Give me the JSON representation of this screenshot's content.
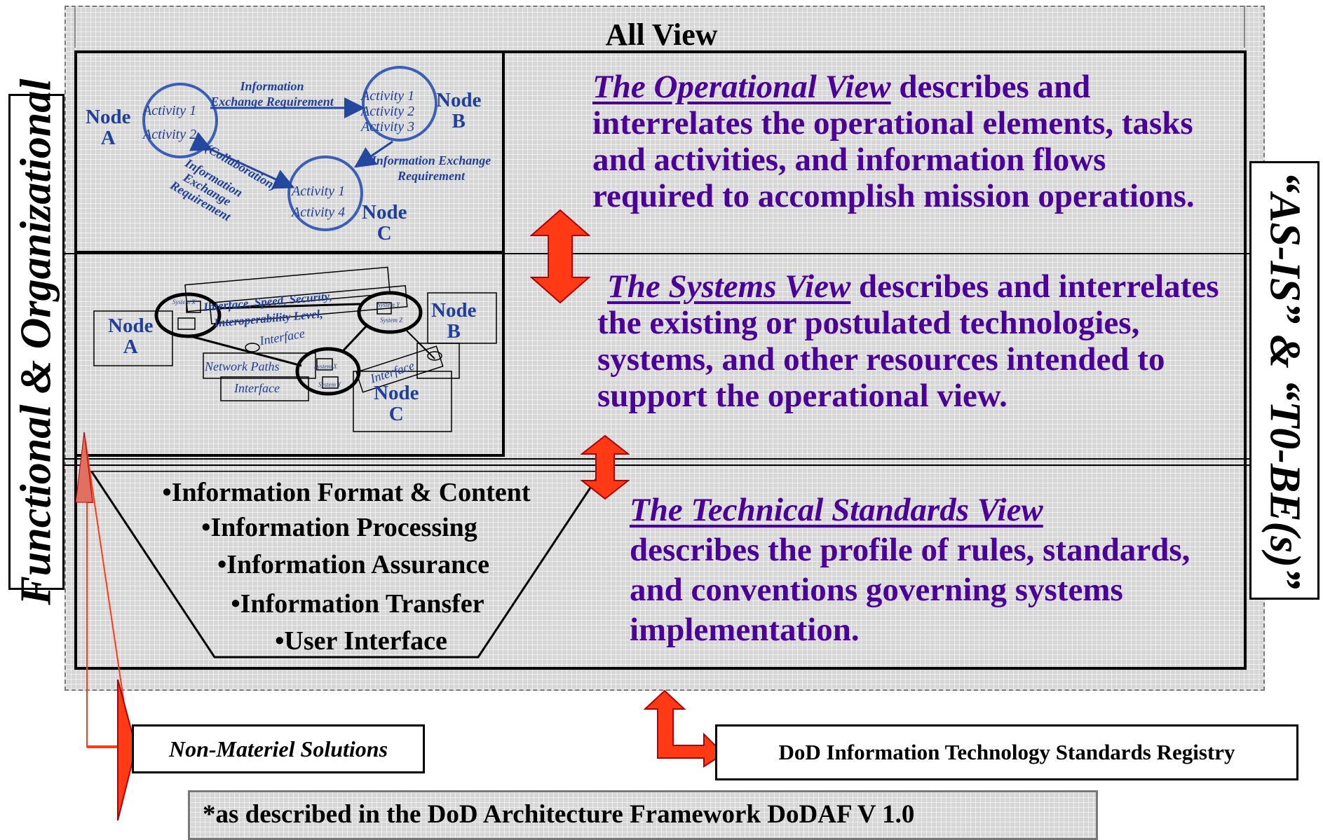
{
  "all_view": {
    "title": "All View"
  },
  "left_side": {
    "label": "Functional & Organizational"
  },
  "right_side": {
    "label": "“AS-IS” & “T0-BE(s)”"
  },
  "operational_view": {
    "title": "The Operational View",
    "description": " describes and interrelates the operational elements, tasks and activities, and information flows required to accomplish mission operations.",
    "diagram": {
      "node_a": [
        "Node",
        "A"
      ],
      "node_b": [
        "Node",
        "B"
      ],
      "node_c": [
        "Node",
        "C"
      ],
      "node_a_activities": [
        "Activity 1",
        "Activity 2"
      ],
      "node_b_activities": [
        "Activity 1",
        "Activity 2",
        "Activity 3"
      ],
      "node_c_activities": [
        "Activity 1",
        "Activity 4"
      ],
      "ier_top": [
        "Information",
        "Exchange Requirement"
      ],
      "ier_right": [
        "Information Exchange",
        "Requirement"
      ],
      "collaboration": "(Collaboration)",
      "ier_left": [
        "Information",
        "Exchange",
        "Requirement"
      ]
    }
  },
  "systems_view": {
    "title": "The Systems View",
    "description": " describes and interrelates the existing or postulated technologies, systems, and other resources intended to support the operational view.",
    "diagram": {
      "node_a": [
        "Node",
        "A"
      ],
      "node_b": [
        "Node",
        "B"
      ],
      "node_c": [
        "Node",
        "C"
      ],
      "interface_top": "Interface, Speed, Security,",
      "interop": "Interoperability Level,",
      "interface_mid": "Interface",
      "network_paths": "Network Paths",
      "interface_bottom": "Interface",
      "interface_right": "Interface",
      "system_labels": [
        "System X",
        "System Y",
        "System Z",
        "System X",
        "System Y"
      ]
    }
  },
  "technical_view": {
    "title": "The Technical Standards View",
    "description": "describes the profile of rules, standards, and conventions governing systems implementation.",
    "list": [
      "•Information Format & Content",
      "•Information Processing",
      "•Information Assurance",
      "•Information Transfer",
      "•User Interface"
    ]
  },
  "bottom": {
    "non_materiel": "Non-Materiel Solutions",
    "registry": "DoD Information Technology Standards Registry",
    "footnote": "*as described in the DoD Architecture Framework DoDAF V 1.0"
  },
  "colors": {
    "view_text": "#4b0097",
    "diagram_blue": "#2447a0",
    "arrow_red": "#ff3a14",
    "grid_gray": "#d6d6d6"
  }
}
